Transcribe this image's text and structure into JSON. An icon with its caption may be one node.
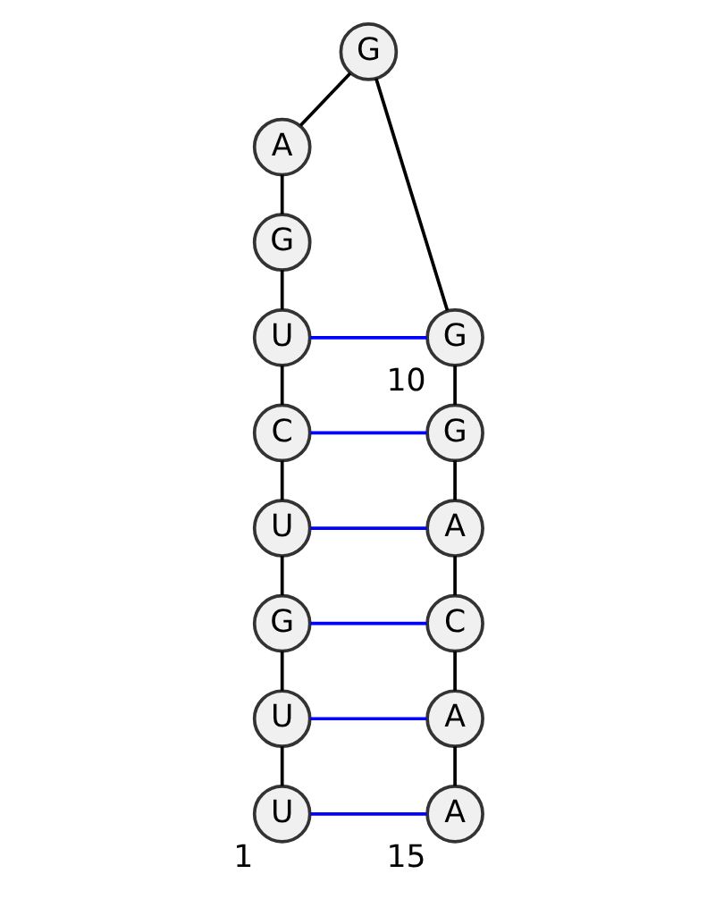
{
  "diagram": {
    "nodes": [
      {
        "text": [
          "U"
        ],
        "beside": [
          "1"
        ]
      },
      {
        "text": [
          "U"
        ]
      },
      {
        "text": [
          "G"
        ]
      },
      {
        "text": [
          "U"
        ]
      },
      {
        "text": [
          "C"
        ]
      },
      {
        "text": [
          "U"
        ]
      },
      {
        "text": [
          "G"
        ]
      },
      {
        "text": [
          "A"
        ]
      },
      {
        "text": [
          "G"
        ]
      },
      {
        "text": [
          "G"
        ],
        "beside": [
          "10"
        ]
      },
      {
        "text": [
          "G"
        ]
      },
      {
        "text": [
          "A"
        ]
      },
      {
        "text": [
          "C"
        ]
      },
      {
        "text": [
          "A"
        ]
      },
      {
        "text": [
          "A"
        ],
        "beside": [
          "15"
        ]
      }
    ],
    "edges": [
      {
        "from": 0,
        "to": 1,
        "arrow": "none"
      },
      {
        "from": 1,
        "to": 2,
        "arrow": "none"
      },
      {
        "from": 2,
        "to": 3,
        "arrow": "none"
      },
      {
        "from": 3,
        "to": 4,
        "arrow": "none"
      },
      {
        "from": 4,
        "to": 5,
        "arrow": "none"
      },
      {
        "from": 5,
        "to": 6,
        "arrow": "none"
      },
      {
        "from": 6,
        "to": 7,
        "arrow": "none"
      },
      {
        "from": 7,
        "to": 8,
        "arrow": "none"
      },
      {
        "from": 8,
        "to": 9,
        "arrow": "none"
      },
      {
        "from": 9,
        "to": 10,
        "arrow": "none"
      },
      {
        "from": 10,
        "to": 11,
        "arrow": "none"
      },
      {
        "from": 11,
        "to": 12,
        "arrow": "none"
      },
      {
        "from": 12,
        "to": 13,
        "arrow": "none"
      },
      {
        "from": 13,
        "to": 14,
        "arrow": "none"
      },
      {
        "from": 0,
        "to": 14,
        "arrow": "none",
        "color": "#0000ff"
      },
      {
        "from": 1,
        "to": 13,
        "arrow": "none",
        "color": "#0000ff"
      },
      {
        "from": 2,
        "to": 12,
        "arrow": "none",
        "color": "#0000ff"
      },
      {
        "from": 3,
        "to": 11,
        "arrow": "none",
        "color": "#0000ff"
      },
      {
        "from": 4,
        "to": 10,
        "arrow": "none",
        "color": "#0000ff"
      },
      {
        "from": 5,
        "to": 9,
        "arrow": "none",
        "color": "#0000ff"
      }
    ]
  }
}
